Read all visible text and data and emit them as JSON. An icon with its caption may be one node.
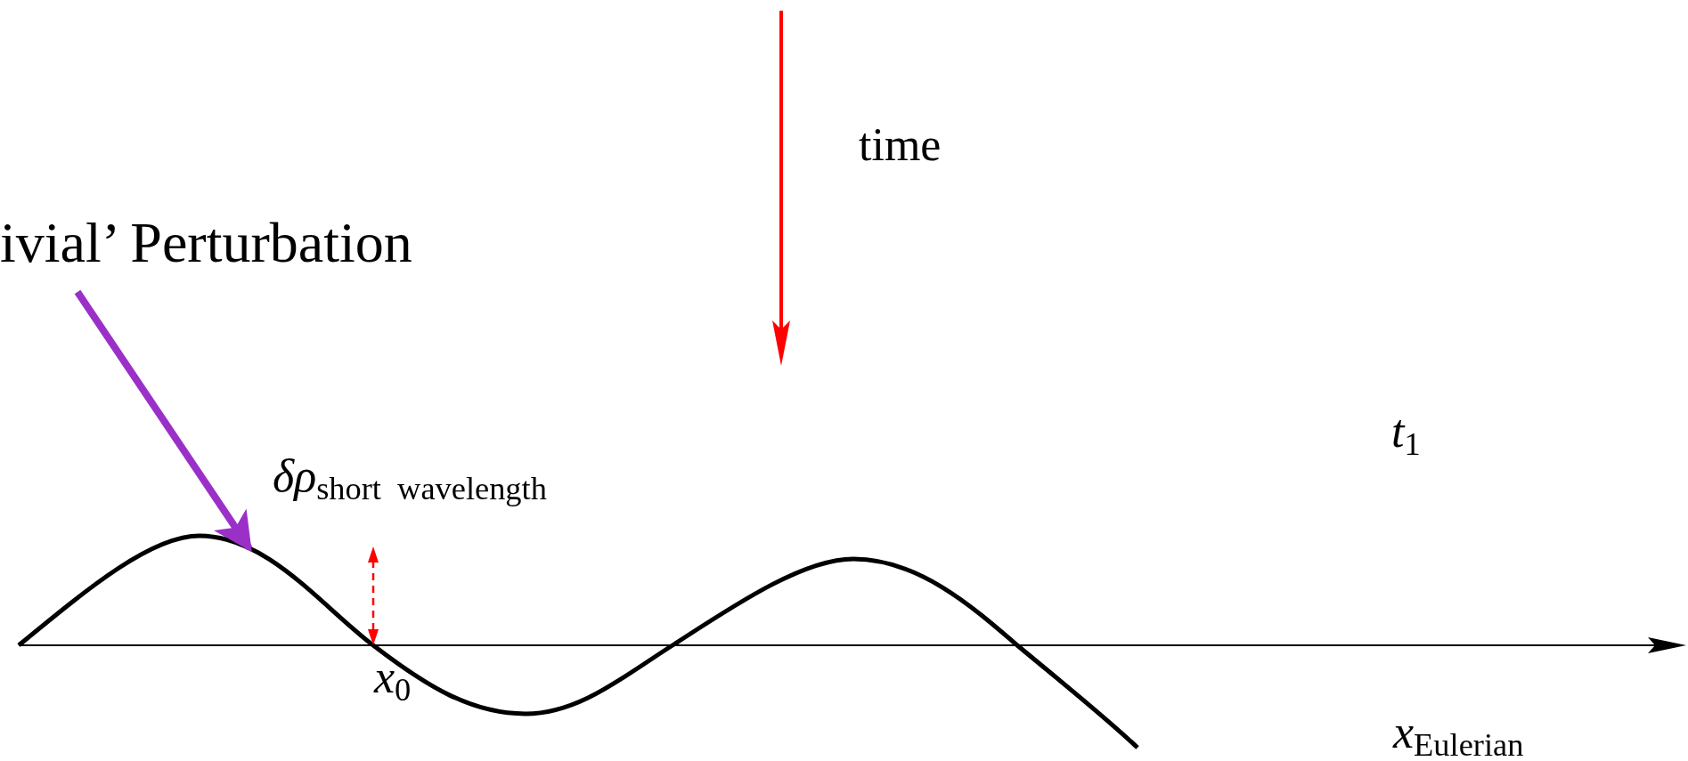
{
  "diagram": {
    "nodes": [
      {
        "text": [
          "ivial’ Perturbation"
        ]
      },
      {
        "text": [],
        "shape": "picture"
      }
    ],
    "edges": [
      {
        "from": 0,
        "to": 1,
        "arrow": "to"
      }
    ],
    "labels": [
      "time",
      "*t*$_{1}$",
      "*δρ*$_{short  wavelength}$",
      "*x*$_{0}$",
      "*x*$_{Eulerian}$"
    ]
  }
}
